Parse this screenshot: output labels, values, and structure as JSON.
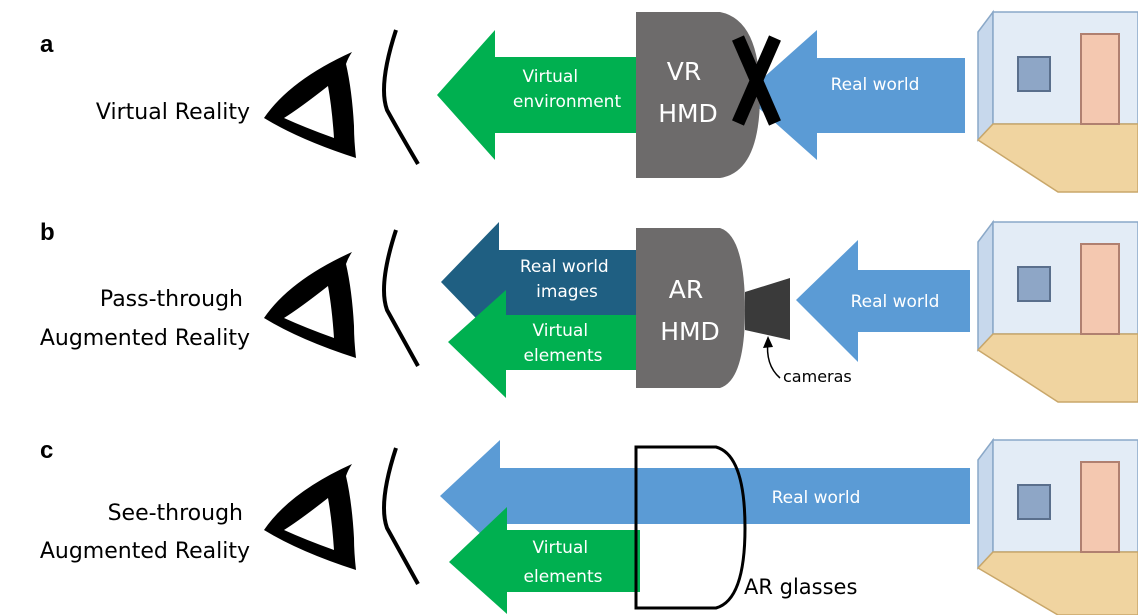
{
  "colors": {
    "green_arrow": "#00b050",
    "blue_arrow": "#5b9bd5",
    "dark_blue_arrow": "#1f5f82",
    "hmd_gray": "#6d6b6b",
    "camera_dark": "#3a3a3a",
    "room_wall": "#dde8f4",
    "room_floor": "#f0d4a0",
    "door": "#f4c8b0"
  },
  "icons": [
    "eye-icon",
    "room-icon",
    "camera-icon",
    "cross-mark-icon"
  ],
  "panels": [
    {
      "letter": "a",
      "label_lines": [
        "Virtual Reality"
      ],
      "device_lines": [
        "VR",
        "HMD"
      ],
      "arrow_eye_1_lines": [
        "Virtual",
        "environment"
      ],
      "arrow_world_lines": [
        "Real world"
      ]
    },
    {
      "letter": "b",
      "label_lines": [
        "Pass-through",
        "Augmented Reality"
      ],
      "device_lines": [
        "AR",
        "HMD"
      ],
      "arrow_eye_1_lines": [
        "Real world",
        "images"
      ],
      "arrow_eye_2_lines": [
        "Virtual",
        "elements"
      ],
      "arrow_world_lines": [
        "Real world"
      ],
      "camera_label": "cameras"
    },
    {
      "letter": "c",
      "label_lines": [
        "See-through",
        "Augmented Reality"
      ],
      "arrow_world_lines": [
        "Real world"
      ],
      "arrow_eye_2_lines": [
        "Virtual",
        "elements"
      ],
      "glasses_label": "AR glasses"
    }
  ]
}
